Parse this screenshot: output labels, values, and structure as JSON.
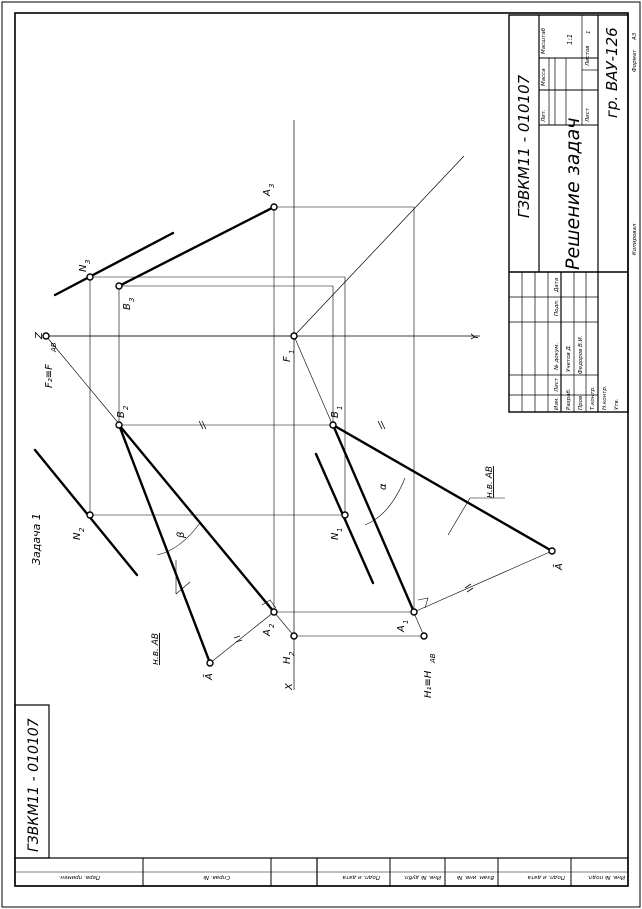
{
  "title_block": {
    "doc_code": "ГЗВКМ11 - 010107",
    "title": "Решение задач",
    "group": "гр. ВАУ-126",
    "scale": "1:1",
    "sheet_label": "Лист",
    "sheets_label": "Листов",
    "sheets_count": "1",
    "lit_label": "Лит.",
    "mass_label": "Масса",
    "scale_label": "Масштаб",
    "copied_label": "Копировал",
    "format_label": "Формат",
    "format_value": "A3",
    "rows": {
      "izm": "Изм.",
      "list": "Лист",
      "docnum": "№ докум.",
      "sign": "Подп.",
      "date": "Дата",
      "razrab": "Разраб.",
      "prov": "Пров.",
      "tkontr": "Т.контр.",
      "nkontr": "Н.контр.",
      "utv": "Утв.",
      "student": "Учетов Д.",
      "teacher": "Федоров В.И."
    }
  },
  "side_stamp": {
    "doc_code": "ГЗВКМ11 - 010107",
    "cells": [
      "Инв. № подл.",
      "Подп. и дата",
      "Взам. инв. №",
      "Инв. № дубл.",
      "Подп. и дата",
      "Справ. №",
      "Перв. примен."
    ]
  },
  "drawing": {
    "task_title": "Задача 1",
    "axis_x": "X",
    "axis_y": "Y",
    "axis_z": "Z",
    "labels": {
      "A1": "A",
      "A1_sub": "1",
      "A2": "A",
      "A2_sub": "2",
      "A3": "A",
      "A3_sub": "3",
      "B1": "B",
      "B1_sub": "1",
      "B2": "B",
      "B2_sub": "2",
      "B3": "B",
      "B3_sub": "3",
      "N1": "N",
      "N1_sub": "1",
      "N2": "N",
      "N2_sub": "2",
      "N3": "N",
      "N3_sub": "3",
      "F1": "F",
      "F1_sub": "1",
      "F2": "F₂≡F",
      "F2_sub": "AB",
      "H1": "H₁≡H",
      "H1_sub": "AB",
      "H2": "H",
      "H2_sub": "2",
      "Abar_h": "Ā",
      "Abar_v": "Ā",
      "tv_h": "н.в. AB",
      "tv_v": "н.в. AB",
      "alpha": "α",
      "beta": "β"
    }
  }
}
